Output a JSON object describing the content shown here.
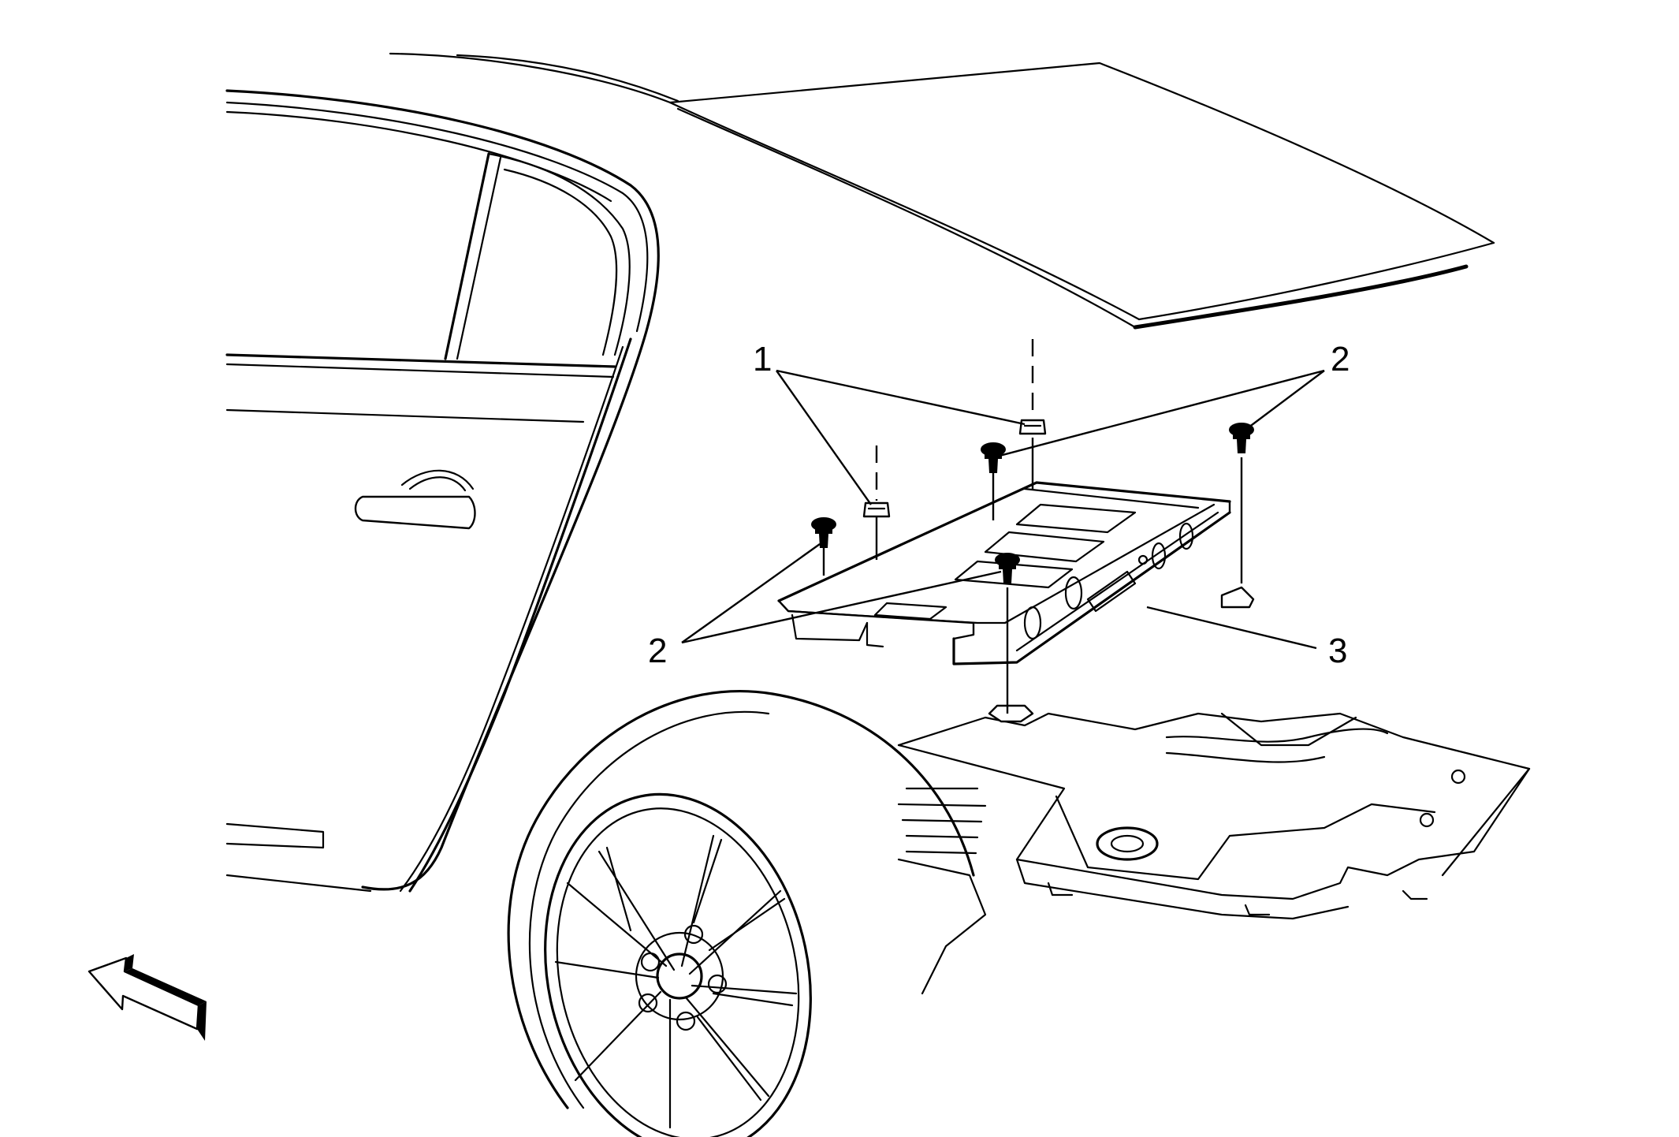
{
  "callouts": [
    {
      "id": "1",
      "label": "1"
    },
    {
      "id": "2a",
      "label": "2"
    },
    {
      "id": "2b",
      "label": "2"
    },
    {
      "id": "3",
      "label": "3"
    }
  ],
  "icons": {
    "direction_arrow": "front-direction-arrow-icon",
    "nut": "nut-icon",
    "bolt": "bolt-icon"
  },
  "colors": {
    "line": "#000000",
    "background": "#ffffff"
  }
}
